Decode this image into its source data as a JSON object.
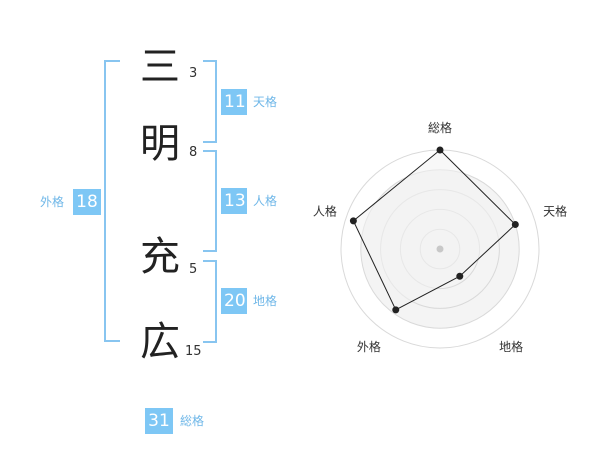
{
  "name": {
    "characters": [
      {
        "char": "三",
        "strokes": "3"
      },
      {
        "char": "明",
        "strokes": "8"
      },
      {
        "char": "充",
        "strokes": "5"
      },
      {
        "char": "広",
        "strokes": "15"
      }
    ]
  },
  "fortune": {
    "tenkaku": {
      "value": "11",
      "label": "天格"
    },
    "jinkaku": {
      "value": "13",
      "label": "人格"
    },
    "chikaku": {
      "value": "20",
      "label": "地格"
    },
    "gaikaku": {
      "value": "18",
      "label": "外格"
    },
    "soukaku": {
      "value": "31",
      "label": "総格"
    }
  },
  "colors": {
    "accent": "#7ec7f5",
    "bracket": "#88c5f0",
    "radar_fill": "#f2f2f2",
    "radar_ring": "#d9d9d9"
  },
  "chart_data": {
    "type": "radar",
    "axes": [
      "総格",
      "天格",
      "地格",
      "外格",
      "人格"
    ],
    "values": [
      5,
      4,
      1.7,
      3.8,
      4.6
    ],
    "max": 5,
    "rings": 5
  }
}
